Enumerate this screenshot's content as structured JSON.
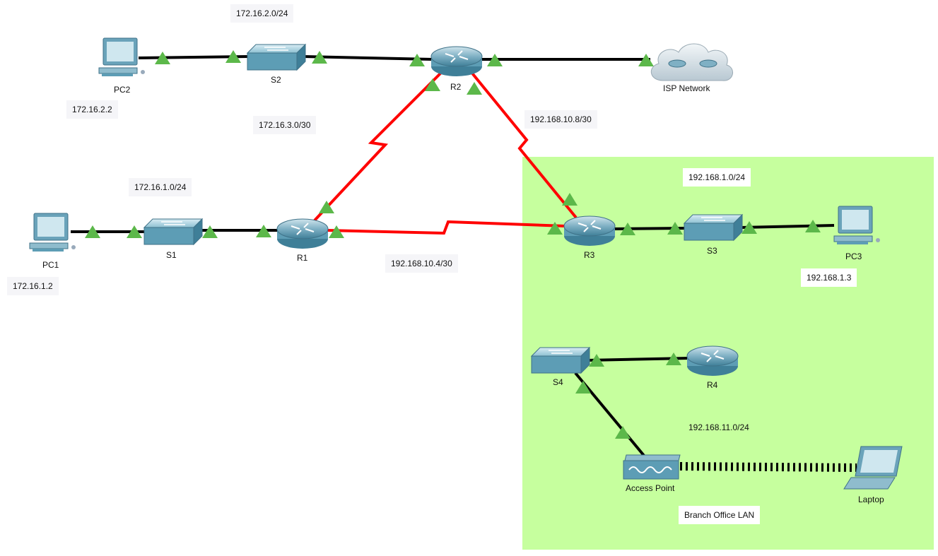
{
  "colors": {
    "branch_area": "#c6ff9e",
    "ethernet_link": "#000000",
    "serial_link": "#ff0000",
    "port_up": "#5cb84a",
    "device_body": "#5d9db5"
  },
  "devices": {
    "pc1": "PC1",
    "pc2": "PC2",
    "pc3": "PC3",
    "s1": "S1",
    "s2": "S2",
    "s3": "S3",
    "s4": "S4",
    "r1": "R1",
    "r2": "R2",
    "r3": "R3",
    "r4": "R4",
    "isp": "ISP Network",
    "ap": "Access Point",
    "laptop": "Laptop"
  },
  "notes": {
    "net_172_16_2": "172.16.2.0/24",
    "pc2_ip": "172.16.2.2",
    "net_172_16_3": "172.16.3.0/30",
    "net_172_16_1": "172.16.1.0/24",
    "pc1_ip": "172.16.1.2",
    "net_192_168_10_8": "192.168.10.8/30",
    "net_192_168_1": "192.168.1.0/24",
    "net_192_168_10_4": "192.168.10.4/30",
    "pc3_ip": "192.168.1.3",
    "net_192_168_11": "192.168.11.0/24",
    "branch_lan": "Branch Office LAN"
  }
}
